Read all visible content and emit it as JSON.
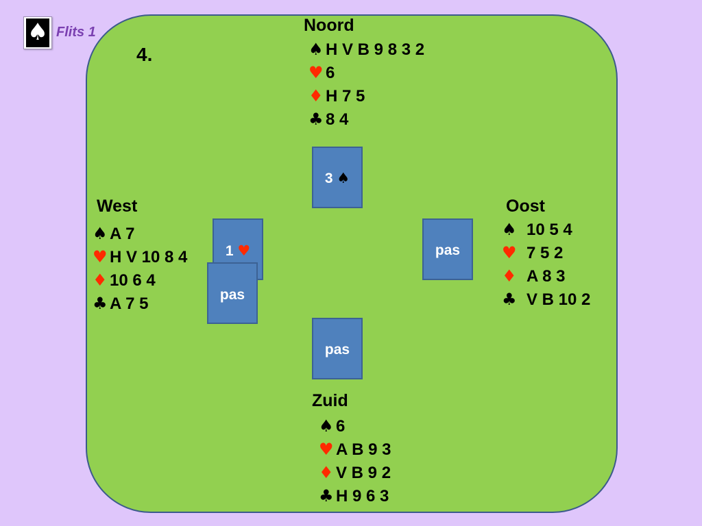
{
  "header": {
    "logo_icon": "spade-icon",
    "logo_glyph": "♠",
    "slide_label": "Flits 1",
    "board_number": "4."
  },
  "suits": {
    "spades": {
      "glyph": "♠",
      "color": "#000000"
    },
    "hearts": {
      "glyph": "♥",
      "color": "#ff2a00"
    },
    "diamonds": {
      "glyph": "♦",
      "color": "#ff2a00"
    },
    "clubs": {
      "glyph": "♣",
      "color": "#000000"
    }
  },
  "hands": {
    "north": {
      "name": "Noord",
      "spades": "H V B 9 8 3 2",
      "hearts": "6",
      "diamonds": "H 7 5",
      "clubs": "8 4"
    },
    "west": {
      "name": "West",
      "spades": "A 7",
      "hearts": "H V 10 8 4",
      "diamonds": "10 6 4",
      "clubs": "A 7 5"
    },
    "east": {
      "name": "Oost",
      "spades": "10 5 4",
      "hearts": "7 5 2",
      "diamonds": "A 8 3",
      "clubs": "V B 10 2"
    },
    "south": {
      "name": "Zuid",
      "spades": "6",
      "hearts": "A B 9 3",
      "diamonds": "V B 9 2",
      "clubs": "H 9 6 3"
    }
  },
  "bidding": {
    "west_first": {
      "level": "1",
      "suit_glyph": "♥"
    },
    "west_second": "pas",
    "north": {
      "level": "3",
      "suit_glyph": "♠"
    },
    "east": "pas",
    "south": "pas"
  }
}
